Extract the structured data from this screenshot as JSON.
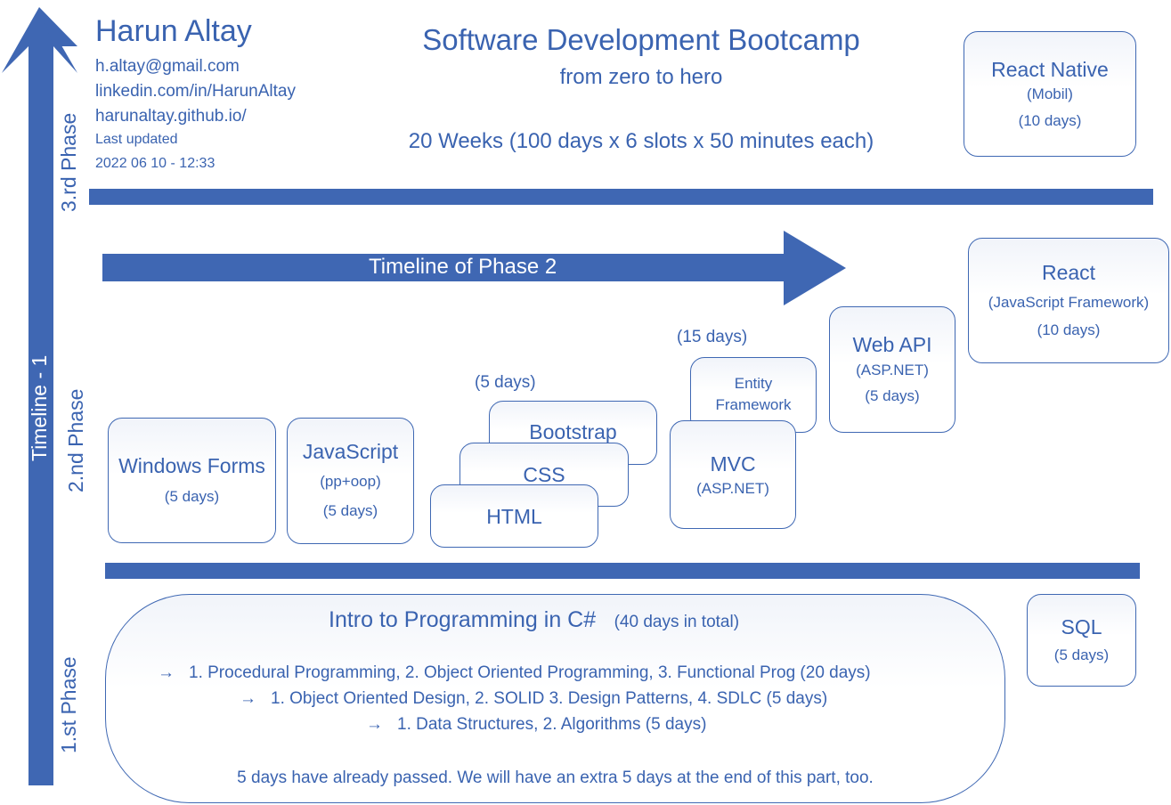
{
  "author": {
    "name": "Harun Altay",
    "email": "h.altay@gmail.com",
    "linkedin": "linkedin.com/in/HarunAltay",
    "github": "harunaltay.github.io/",
    "updated_label": "Last updated",
    "updated_value": "2022 06 10 - 12:33"
  },
  "header": {
    "title": "Software Development Bootcamp",
    "subtitle": "from zero to hero",
    "duration": "20 Weeks (100 days x 6 slots x 50 minutes each)"
  },
  "axis": {
    "main_timeline": "Timeline - 1",
    "phase3": "3.rd Phase",
    "phase2": "2.nd Phase",
    "phase1": "1.st Phase",
    "phase2_timeline": "Timeline of Phase 2"
  },
  "phase3": {
    "react_native": {
      "title": "React Native",
      "sub": "(Mobil)",
      "days": "(10 days)"
    }
  },
  "phase2": {
    "react": {
      "title": "React",
      "sub": "(JavaScript Framework)",
      "days": "(10 days)"
    },
    "webapi": {
      "title": "Web API",
      "sub": "(ASP.NET)",
      "days": "(5 days)"
    },
    "mvc_group_days": "(15 days)",
    "entity": {
      "line1": "Entity",
      "line2": "Framework"
    },
    "mvc": {
      "title": "MVC",
      "sub": "(ASP.NET)"
    },
    "web_group_days": "(5 days)",
    "bootstrap": "Bootstrap",
    "css": "CSS",
    "html": "HTML",
    "winforms": {
      "title": "Windows Forms",
      "days": "(5 days)"
    },
    "javascript": {
      "title": "JavaScript",
      "sub": "(pp+oop)",
      "days": "(5 days)"
    }
  },
  "phase1": {
    "intro_title": "Intro to Programming in C#",
    "intro_total": "(40 days in total)",
    "bullets": [
      "1. Procedural Programming, 2. Object Oriented Programming, 3. Functional Prog (20 days)",
      "1. Object Oriented Design, 2. SOLID 3. Design Patterns, 4. SDLC (5 days)",
      "1. Data Structures, 2. Algorithms (5 days)"
    ],
    "note": "5 days have already passed. We will have an extra 5 days at the end of this part, too.",
    "sql": {
      "title": "SQL",
      "days": "(5 days)"
    }
  },
  "colors": {
    "primary": "#3f67b3",
    "text": "#3a63b0"
  }
}
